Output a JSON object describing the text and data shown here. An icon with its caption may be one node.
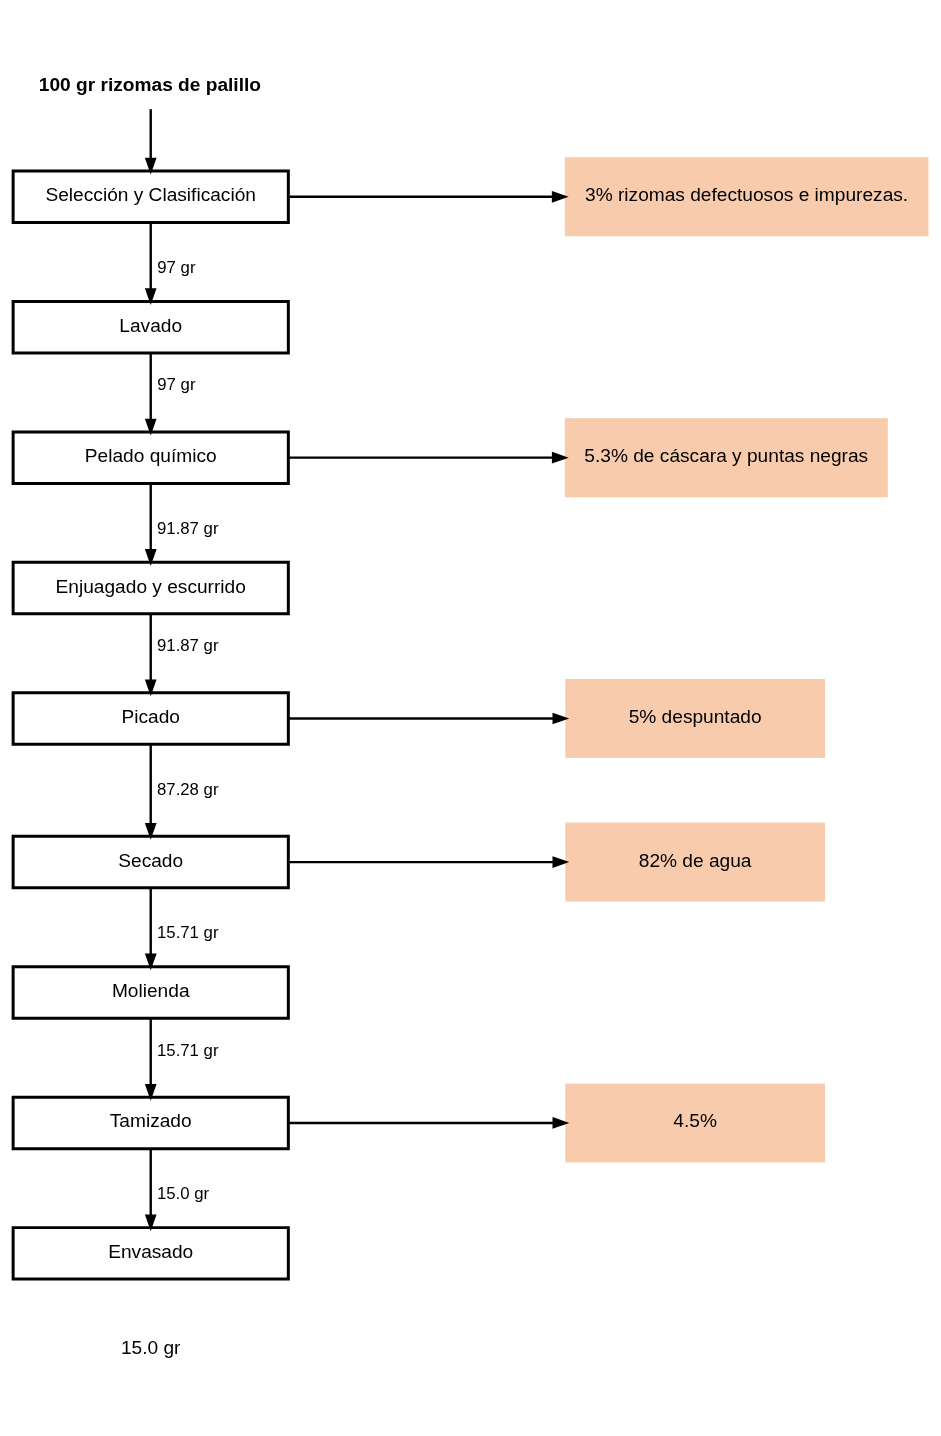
{
  "diagram": {
    "nodes": [
      {
        "text": [
          "100 gr rizomas de palillo"
        ]
      },
      {
        "text": [
          "Selección y Clasificación"
        ]
      },
      {
        "text": [
          "3% rizomas defectuosos e impurezas."
        ]
      },
      {
        "text": [
          "Lavado"
        ]
      },
      {
        "text": [
          "Pelado químico"
        ]
      },
      {
        "text": [
          "5.3% de cáscara y puntas negras"
        ]
      },
      {
        "text": [
          "Enjuagado y escurrido"
        ]
      },
      {
        "text": [
          "Picado"
        ]
      },
      {
        "text": [
          "5% despuntado"
        ]
      },
      {
        "text": [
          "Secado"
        ]
      },
      {
        "text": [
          "82% de agua"
        ]
      },
      {
        "text": [
          "Molienda"
        ]
      },
      {
        "text": [
          "Tamizado"
        ]
      },
      {
        "text": [
          "4.5%"
        ]
      },
      {
        "text": [
          "Envasado"
        ]
      }
    ],
    "edges": [
      {
        "from": 0,
        "to": 1,
        "arrow": "to"
      },
      {
        "from": 1,
        "to": 2,
        "arrow": "to"
      },
      {
        "from": 1,
        "to": 3,
        "arrow": "to",
        "label": "97 gr"
      },
      {
        "from": 3,
        "to": 4,
        "arrow": "to",
        "label": "97 gr"
      },
      {
        "from": 4,
        "to": 5,
        "arrow": "to"
      },
      {
        "from": 4,
        "to": 6,
        "arrow": "to",
        "label": "91.87 gr"
      },
      {
        "from": 6,
        "to": 7,
        "arrow": "to",
        "label": "91.87 gr"
      },
      {
        "from": 7,
        "to": 8,
        "arrow": "to"
      },
      {
        "from": 7,
        "to": 9,
        "arrow": "to",
        "label": "87.28 gr"
      },
      {
        "from": 9,
        "to": 10,
        "arrow": "to"
      },
      {
        "from": 9,
        "to": 11,
        "arrow": "to",
        "label": "15.71 gr"
      },
      {
        "from": 11,
        "to": 12,
        "arrow": "to",
        "label": "15.71 gr"
      },
      {
        "from": 12,
        "to": 13,
        "arrow": "to"
      },
      {
        "from": 12,
        "to": 14,
        "arrow": "to",
        "label": "15.0 gr"
      }
    ],
    "labels": [
      "15.0 gr"
    ]
  }
}
